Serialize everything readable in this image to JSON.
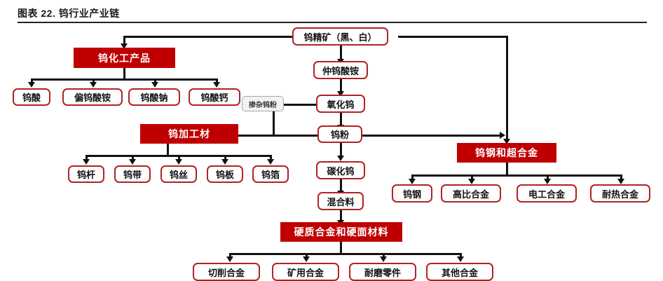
{
  "header": {
    "title": "图表 22. 钨行业产业链"
  },
  "nodes": {
    "ore": "钨精矿（黑、白）",
    "apt": "仲钨酸铵",
    "oxide": "氧化钨",
    "powder": "钨粉",
    "carbide": "碳化钨",
    "mixture": "混合料",
    "doped_powder": "掺杂钨粉",
    "chem_header": "钨化工产品",
    "process_header": "钨加工材",
    "steel_header": "钨钢和超合金",
    "carbide_header": "硬质合金和硬面材料"
  },
  "chem_products": [
    {
      "label": "钨酸"
    },
    {
      "label": "偏钨酸铵"
    },
    {
      "label": "钨酸钠"
    },
    {
      "label": "钨酸钙"
    }
  ],
  "processed_products": [
    {
      "label": "钨杆"
    },
    {
      "label": "钨带"
    },
    {
      "label": "钨丝"
    },
    {
      "label": "钨板"
    },
    {
      "label": "钨箔"
    }
  ],
  "steel_products": [
    {
      "label": "钨钢"
    },
    {
      "label": "高比合金"
    },
    {
      "label": "电工合金"
    },
    {
      "label": "耐热合金"
    }
  ],
  "carbide_products": [
    {
      "label": "切削合金"
    },
    {
      "label": "矿用合金"
    },
    {
      "label": "耐磨零件"
    },
    {
      "label": "其他合金"
    }
  ],
  "colors": {
    "red_fill": "#C00000",
    "red_border": "#B22222",
    "grey_fill": "#F2F2F2",
    "grey_border": "#A6A6A6",
    "line": "#111111",
    "title": "#1A1A1A"
  }
}
